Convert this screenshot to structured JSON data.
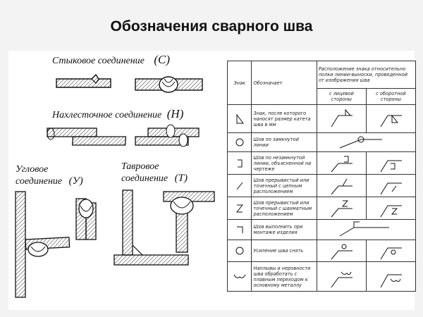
{
  "title": "Обозначения сварного шва",
  "left": {
    "butt_label": "Стыковое соединение",
    "butt_code": "(С)",
    "lap_label": "Нахлесточное соединение",
    "lap_code": "(Н)",
    "corner_label_line1": "Угловое",
    "corner_label_line2": "соединение",
    "corner_code": "(У)",
    "tee_label_line1": "Тавровое",
    "tee_label_line2": "соединение",
    "tee_code": "(Т)"
  },
  "table": {
    "headers": {
      "sign": "Знак",
      "meaning": "Обозначает",
      "placement": "Расположение знака относительно полки линии-выноски, проведенной от изображения шва",
      "front": "с лицевой стороны",
      "back": "с оборотной стороны"
    },
    "rows": [
      {
        "sign_icon": "triangle-icon",
        "meaning": "Знак, после которого наносят размер катета шва в мм"
      },
      {
        "sign_icon": "circle-icon",
        "meaning": "Шов по замкнутой линии"
      },
      {
        "sign_icon": "bracket-icon",
        "meaning": "Шов по незамкнутой линии, объясненной на чертеже"
      },
      {
        "sign_icon": "slash-icon",
        "meaning": "Шов прерывистый или точечный с цепным расположением"
      },
      {
        "sign_icon": "z-icon",
        "meaning": "Шов прерывистый или точечный с шахматным расположением"
      },
      {
        "sign_icon": "corner-flag-icon",
        "meaning": "Шов выполнить при монтаже изделия"
      },
      {
        "sign_icon": "reinforcement-icon",
        "meaning": "Усиление шва снять"
      },
      {
        "sign_icon": "smooth-transition-icon",
        "meaning": "Наплывы и неровности шва обработать с плавным переходом к основному металлу"
      }
    ]
  }
}
